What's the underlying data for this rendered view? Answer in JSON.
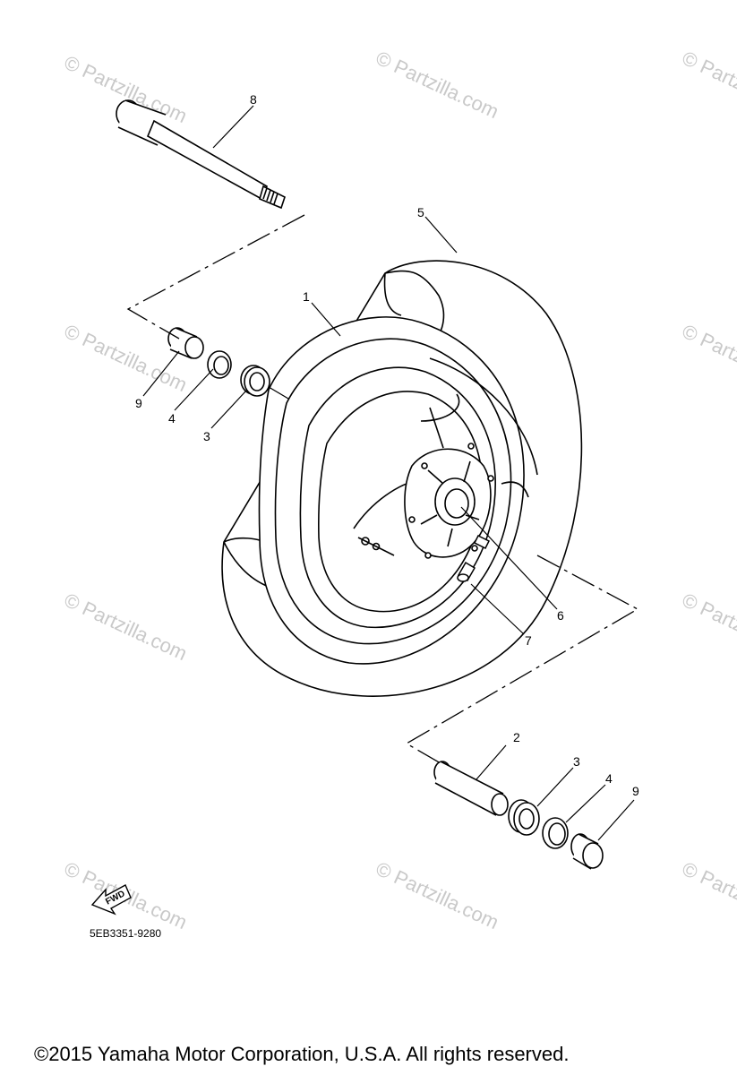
{
  "watermark": "© Partzilla.com",
  "callouts": {
    "c1": "1",
    "c2": "2",
    "c3a": "3",
    "c3b": "3",
    "c4a": "4",
    "c4b": "4",
    "c5": "5",
    "c6": "6",
    "c7": "7",
    "c8": "8",
    "c9a": "9",
    "c9b": "9"
  },
  "forward_arrow": {
    "label": "FWD",
    "icon": "forward-arrow-icon"
  },
  "diagram_code": "5EB3351-9280",
  "copyright": "©2015  Yamaha Motor Corporation, U.S.A. All rights reserved."
}
